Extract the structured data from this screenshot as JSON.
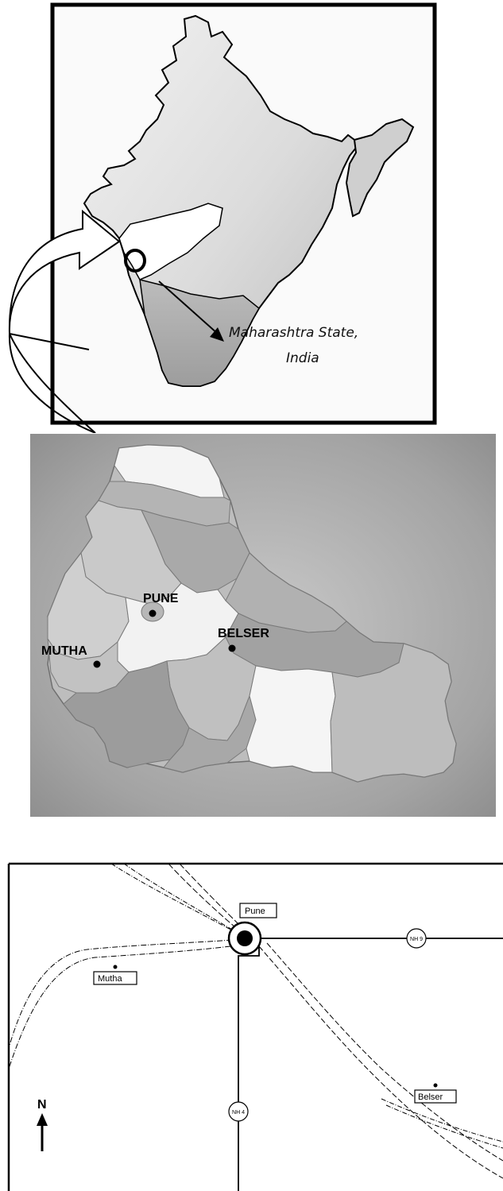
{
  "india_map": {
    "caption_line1": "Maharashtra State,",
    "caption_line2": "India"
  },
  "district_map": {
    "labels": {
      "mutha": "MUTHA",
      "pune": "PUNE",
      "belser": "BELSER"
    }
  },
  "road_map": {
    "towns": {
      "pune": "Pune",
      "mutha": "Mutha",
      "belser": "Belser"
    },
    "highways": {
      "nh9": "NH 9",
      "nh4": "NH 4"
    },
    "north_label": "N"
  },
  "icons": [
    "north-arrow-icon",
    "curved-pointer-arrow-icon",
    "location-circle-icon"
  ]
}
